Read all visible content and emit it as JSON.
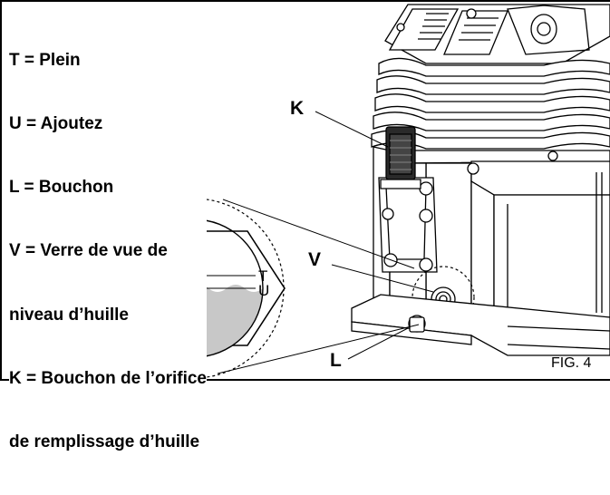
{
  "legend": {
    "lines": [
      "T = Plein",
      "U = Ajoutez",
      "L = Bouchon",
      "V = Verre de vue de",
      "niveau d’huille",
      "K = Bouchon de l’orifice",
      "de remplissage d’huille"
    ]
  },
  "labels": {
    "k": "K",
    "v": "V",
    "l": "L",
    "t": "T",
    "u": "U"
  },
  "figure_caption": "FIG. 4",
  "colors": {
    "line": "#000000",
    "oil": "#c8c8c8",
    "cap": "#2a2a2a"
  }
}
